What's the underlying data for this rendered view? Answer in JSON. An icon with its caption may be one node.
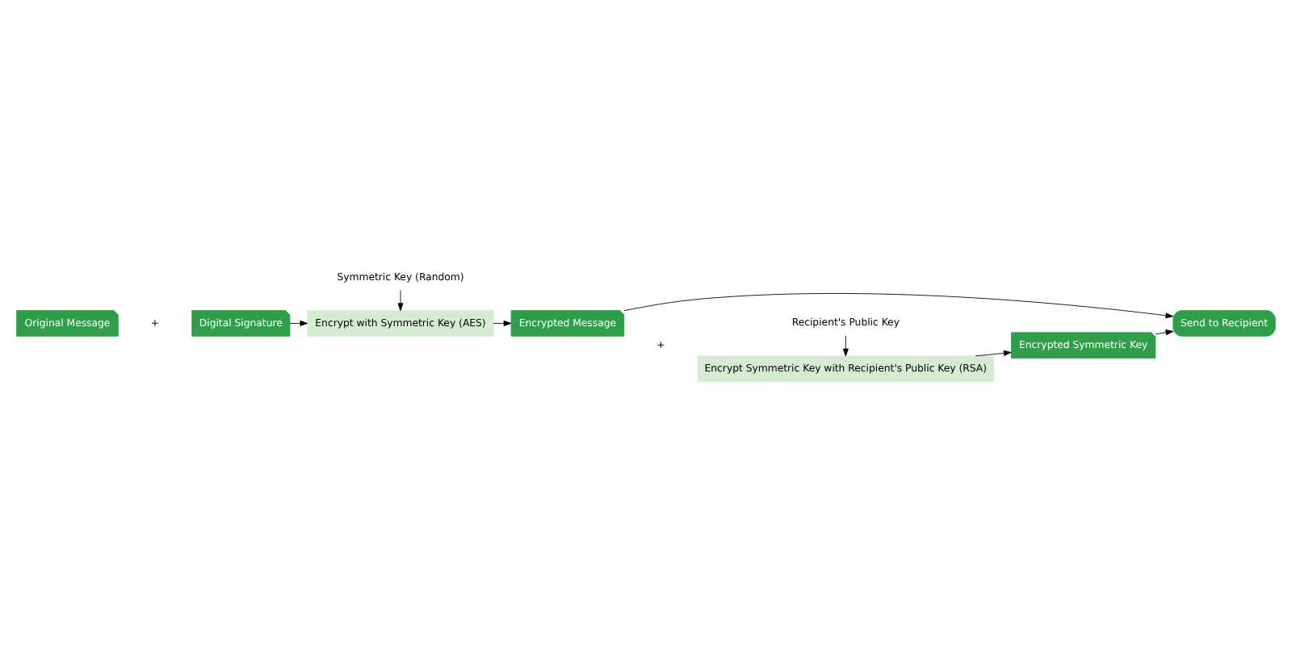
{
  "diagram": {
    "nodes": [
      {
        "text": [
          "Original Message"
        ]
      },
      {
        "text": [
          "Digital Signature"
        ]
      },
      {
        "text": [
          "Encrypt with Symmetric Key (AES)"
        ]
      },
      {
        "text": [
          "Symmetric Key (Random)"
        ]
      },
      {
        "text": [
          "Encrypted Message"
        ]
      },
      {
        "text": [
          "Encrypt Symmetric Key with Recipient's Public Key (RSA)"
        ]
      },
      {
        "text": [
          "Recipient's Public Key"
        ]
      },
      {
        "text": [
          "Encrypted Symmetric Key"
        ]
      },
      {
        "text": [
          "Send to Recipient"
        ]
      }
    ],
    "edges": [
      {
        "from": 1,
        "to": 2,
        "arrow": "to"
      },
      {
        "from": 3,
        "to": 2,
        "arrow": "to"
      },
      {
        "from": 2,
        "to": 4,
        "arrow": "to"
      },
      {
        "from": 6,
        "to": 5,
        "arrow": "to"
      },
      {
        "from": 5,
        "to": 7,
        "arrow": "to"
      },
      {
        "from": 4,
        "to": 8,
        "arrow": "to"
      },
      {
        "from": 7,
        "to": 8,
        "arrow": "to"
      }
    ],
    "labels": [
      "+",
      "+"
    ]
  }
}
